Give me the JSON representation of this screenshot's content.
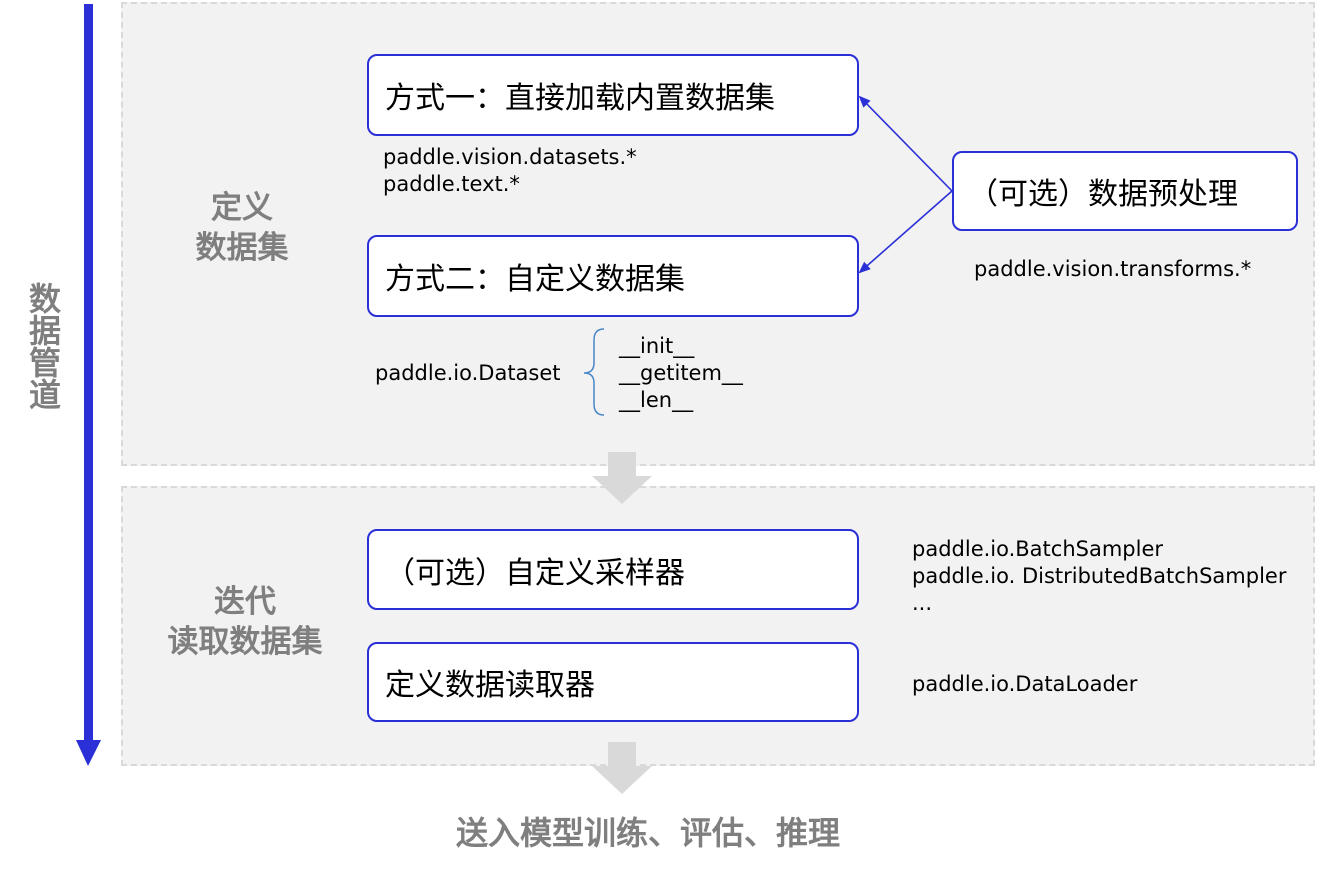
{
  "pipeline_label": "数据管道",
  "sections": {
    "define": {
      "label_line1": "定义",
      "label_line2": "数据集",
      "method1": "方式一：直接加载内置数据集",
      "method1_code": [
        "paddle.vision.datasets.*",
        "paddle.text.*"
      ],
      "method2": "方式二：自定义数据集",
      "dataset_class": "paddle.io.Dataset",
      "dataset_methods": [
        "__init__",
        "__getitem__",
        "__len__"
      ],
      "preprocess": "（可选）数据预处理",
      "preprocess_code": "paddle.vision.transforms.*"
    },
    "iterate": {
      "label_line1": "迭代",
      "label_line2": "读取数据集",
      "sampler": "（可选）自定义采样器",
      "sampler_code": [
        "paddle.io.BatchSampler",
        "paddle.io. DistributedBatchSampler",
        "..."
      ],
      "loader": "定义数据读取器",
      "loader_code": "paddle.io.DataLoader"
    }
  },
  "output_text": "送入模型训练、评估、推理",
  "colors": {
    "accent": "#2a2fd6",
    "section_bg": "#f2f2f2",
    "label_gray": "#7f7f7f",
    "arrow_gray": "#d9d9d9",
    "brace": "#4a86c8"
  }
}
